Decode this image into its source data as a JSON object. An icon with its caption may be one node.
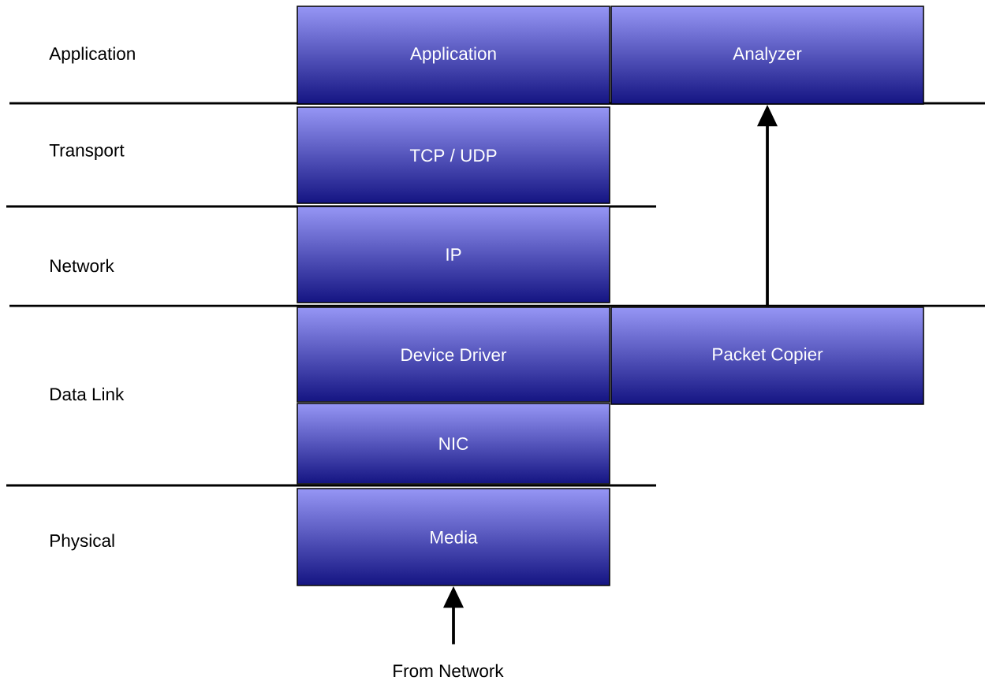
{
  "diagram": {
    "nodes": [
      {
        "text": [
          "Application"
        ]
      },
      {
        "text": [
          "Analyzer"
        ]
      },
      {
        "text": [
          "TCP / UDP"
        ]
      },
      {
        "text": [
          "IP"
        ]
      },
      {
        "text": [
          "Device Driver"
        ]
      },
      {
        "text": [
          "Packet Copier"
        ]
      },
      {
        "text": [
          "NIC"
        ]
      },
      {
        "text": [
          "Media"
        ]
      },
      {
        "text": [
          "From Network"
        ]
      }
    ],
    "edges": [
      {
        "from": 5,
        "to": 1,
        "arrow": "to"
      },
      {
        "from": 8,
        "to": 7,
        "arrow": "to"
      }
    ],
    "labels": [
      "Application",
      "Transport",
      "Network",
      "Data Link",
      "Physical"
    ]
  }
}
